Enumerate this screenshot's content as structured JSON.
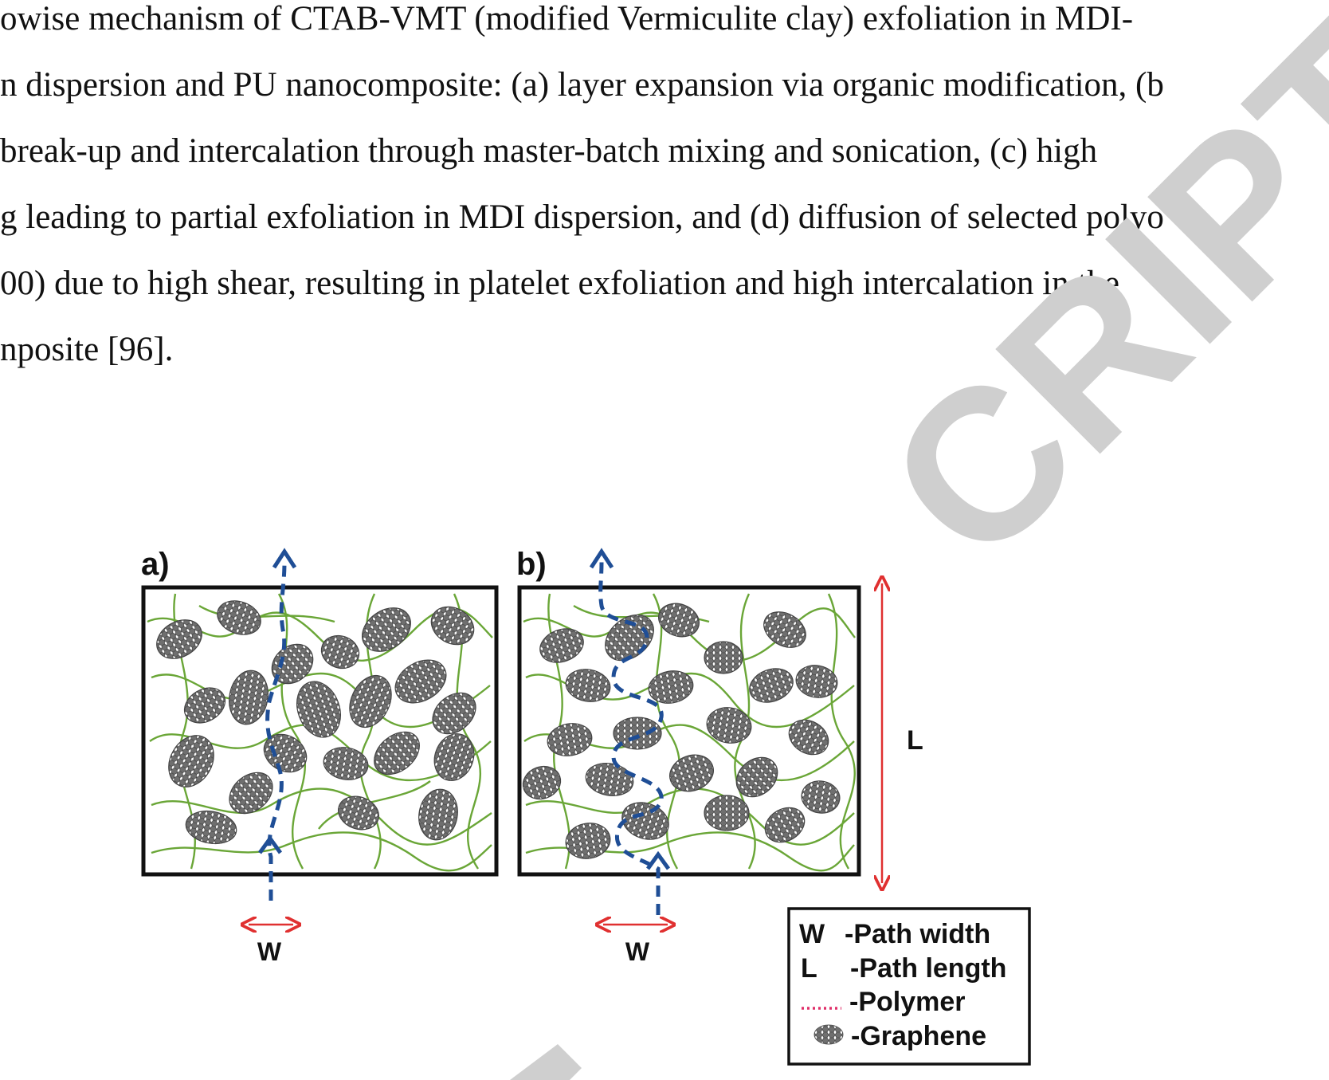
{
  "text_lines": [
    "owise mechanism of CTAB-VMT (modified Vermiculite clay) exfoliation in MDI-",
    "n dispersion and PU nanocomposite: (a) layer expansion via organic modification, (b",
    "break-up and intercalation through master-batch mixing and sonication, (c) high",
    "g leading to partial exfoliation in MDI dispersion, and (d) diffusion of selected polyo",
    "00) due to high shear, resulting in platelet exfoliation and high intercalation in the",
    "nposite [96]."
  ],
  "watermark": {
    "text": "CRIPT",
    "color": "#cfcfcf"
  },
  "figure": {
    "panel_a_label": "a)",
    "panel_b_label": "b)",
    "width_symbol": "W",
    "length_symbol": "L",
    "legend": {
      "width_key": "W",
      "width_desc": "-Path width",
      "length_key": "L",
      "length_desc": "-Path length",
      "polymer_desc": "-Polymer",
      "graphene_desc": "-Graphene"
    },
    "colors": {
      "polymer_lines": "#6aa637",
      "graphene_fill": "#7d7d7d",
      "path_dashes": "#1f4e96",
      "dimension_arrows": "#e03030"
    }
  }
}
